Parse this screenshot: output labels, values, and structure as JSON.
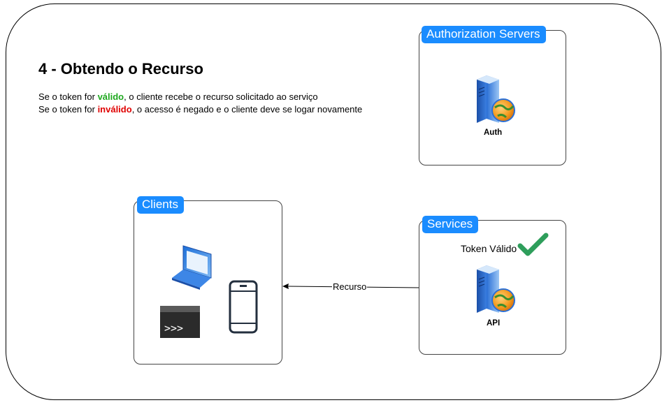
{
  "heading": {
    "title": "4 - Obtendo o Recurso",
    "line1": {
      "prefix": "Se o token for ",
      "highlight": "válido",
      "suffix": ", o cliente recebe o recurso solicitado ao serviço"
    },
    "line2": {
      "prefix": "Se o token for ",
      "highlight": "inválido",
      "suffix": ", o acesso é negado e o cliente deve se logar novamente"
    }
  },
  "groups": {
    "auth": {
      "label": "Authorization Servers",
      "node_label": "Auth"
    },
    "clients": {
      "label": "Clients"
    },
    "services": {
      "label": "Services",
      "node_label": "API",
      "token_label": "Token Válido"
    }
  },
  "edges": [
    {
      "label": "Recurso",
      "from": "services",
      "to": "clients"
    }
  ],
  "colors": {
    "tag": "#1a8cff",
    "valid": "#1fa81f",
    "invalid": "#e00000",
    "check": "#2e9e5b"
  }
}
